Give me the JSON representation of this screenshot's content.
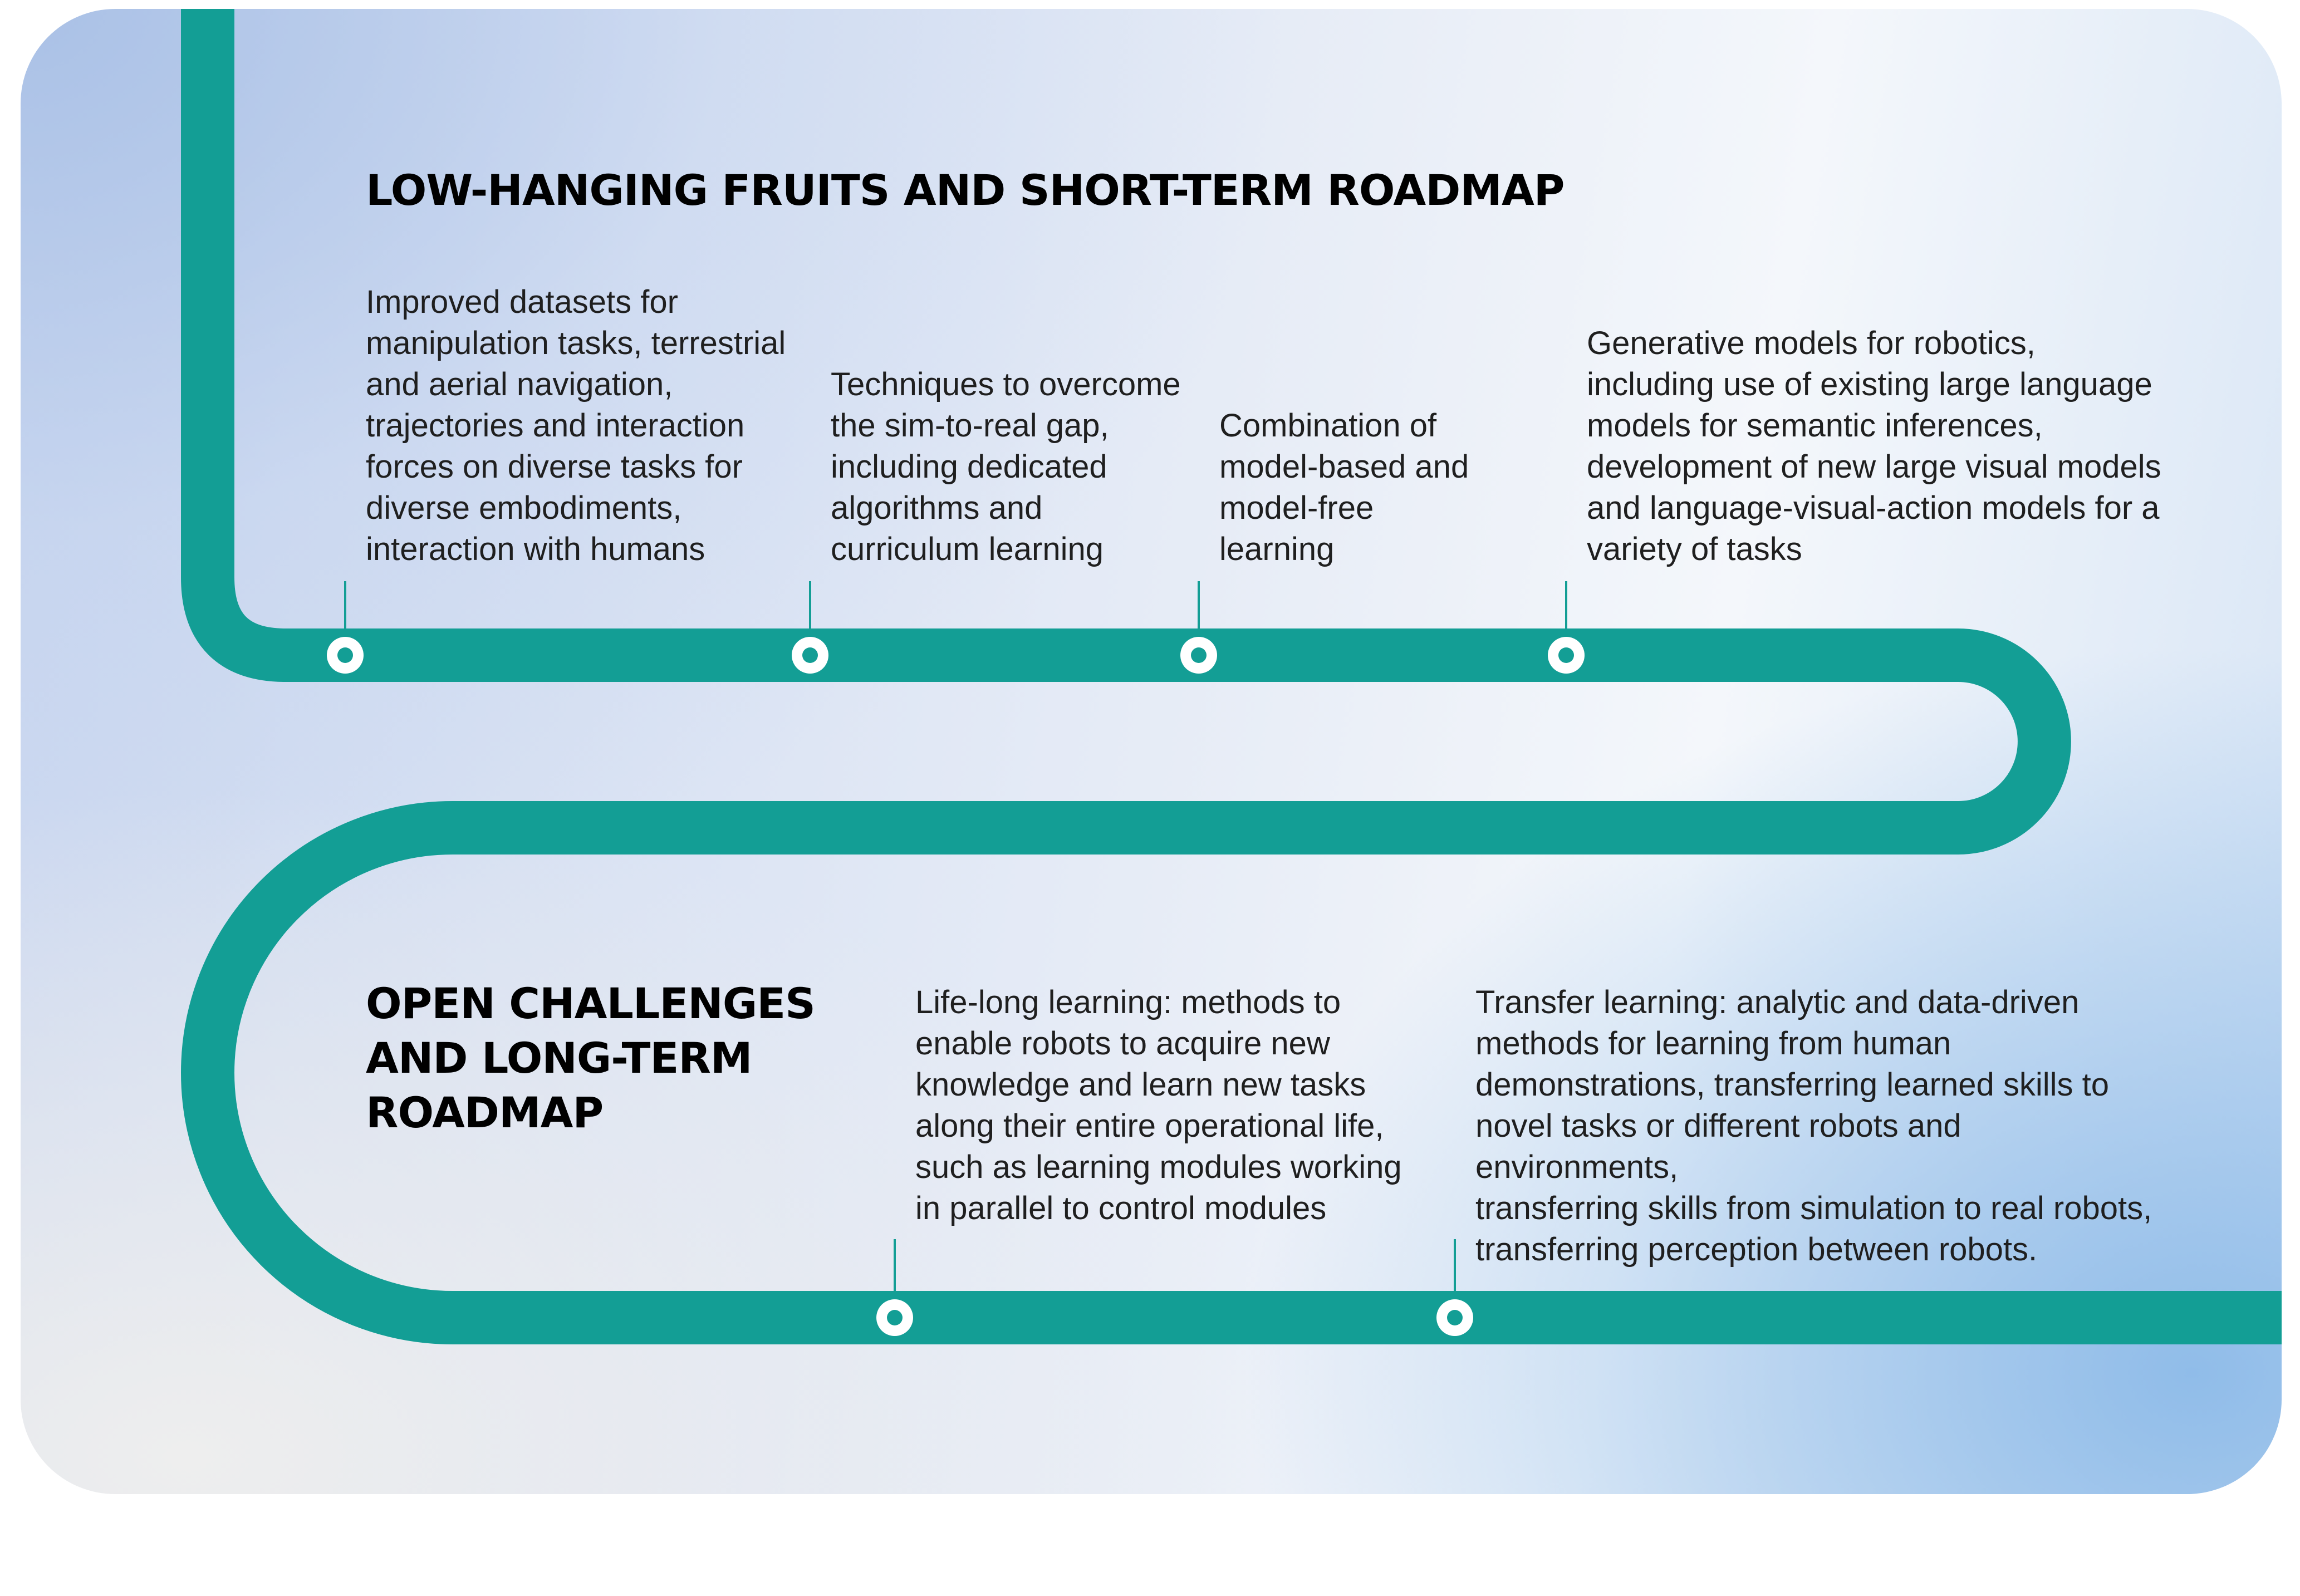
{
  "sections": {
    "short_term": {
      "title": "LOW-HANGING FRUITS AND SHORT-TERM ROADMAP",
      "milestones": [
        "Improved datasets for\nmanipulation tasks, terrestrial\nand aerial navigation,\ntrajectories and interaction\nforces on diverse tasks for\ndiverse embodiments,\ninteraction with humans",
        "Techniques to overcome\nthe sim-to-real gap,\nincluding dedicated\nalgorithms and\ncurriculum learning",
        "Combination of\nmodel-based and\nmodel-free\nlearning",
        "Generative models for robotics,\nincluding use of existing large language\nmodels for semantic inferences,\ndevelopment of new large visual models\nand language-visual-action models for a\nvariety of tasks"
      ]
    },
    "long_term": {
      "title": "OPEN CHALLENGES\nAND LONG-TERM\nROADMAP",
      "milestones": [
        "Life-long learning: methods to\nenable robots to acquire new\nknowledge and learn new tasks\nalong their entire operational life,\nsuch as learning modules working\nin parallel to control modules",
        "Transfer learning: analytic and data-driven\nmethods for learning from human\ndemonstrations, transferring learned skills to\nnovel tasks or different robots and environments,\ntransferring skills from simulation to real robots,\ntransferring perception between robots."
      ]
    }
  },
  "colors": {
    "road": "#139e95",
    "marker_center": "#ffffff",
    "title_text": "#000000",
    "body_text": "#1f1f1f"
  },
  "icons": {
    "milestone_marker": "ring-marker-icon"
  }
}
